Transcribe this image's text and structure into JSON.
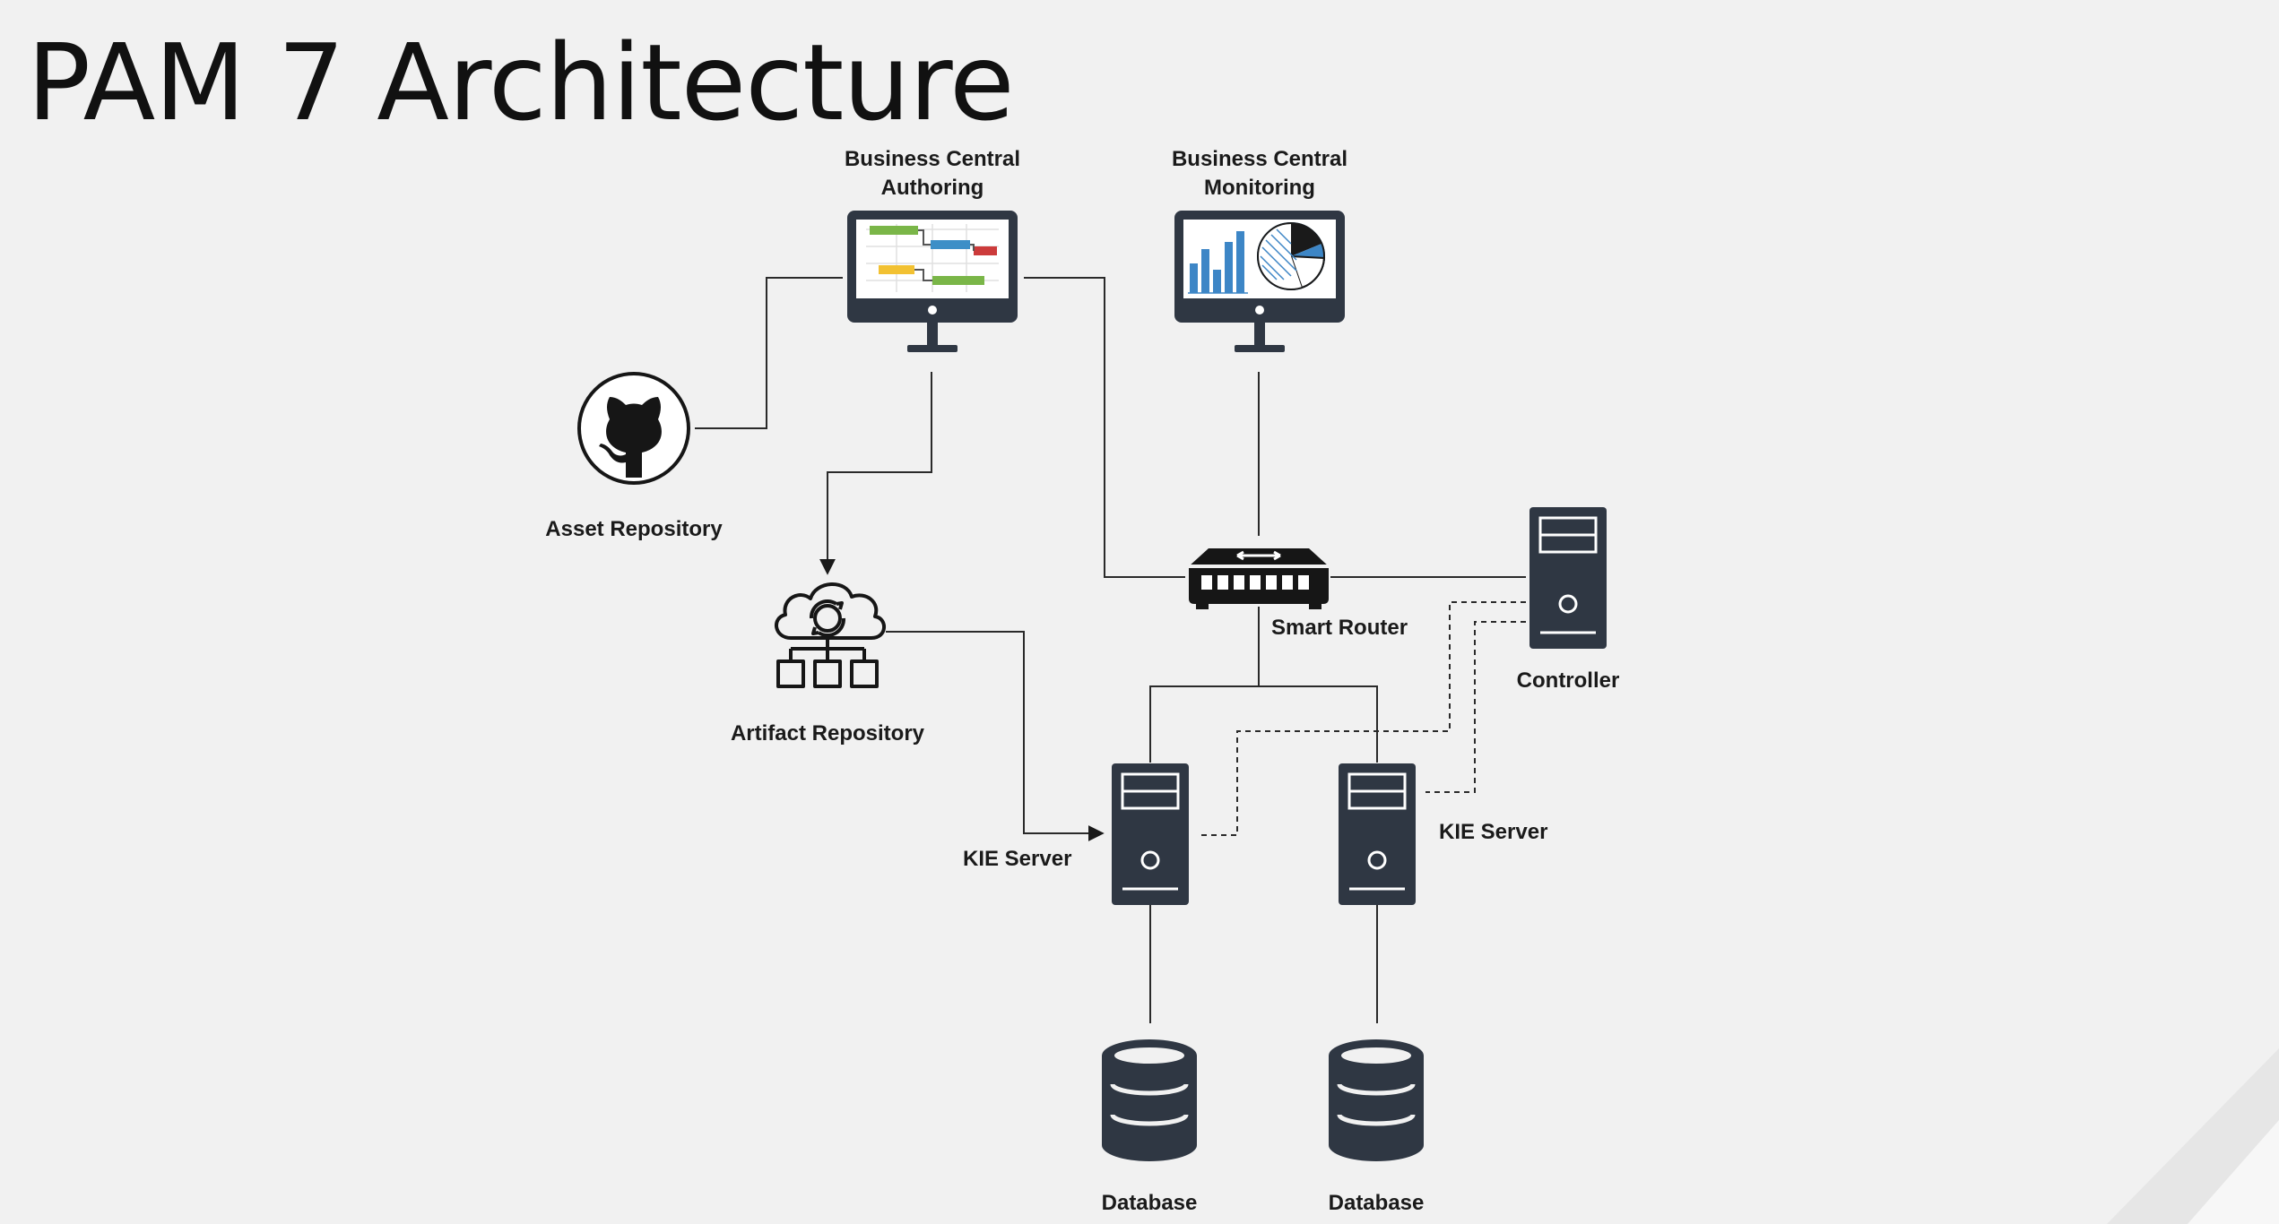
{
  "title": "PAM 7 Architecture",
  "nodes": {
    "bc_authoring": {
      "label_line1": "Business Central",
      "label_line2": "Authoring",
      "icon": "gantt-monitor-icon"
    },
    "bc_monitoring": {
      "label_line1": "Business Central",
      "label_line2": "Monitoring",
      "icon": "chart-monitor-icon"
    },
    "asset_repository": {
      "label": "Asset Repository",
      "icon": "github-octocat-icon"
    },
    "artifact_repository": {
      "label": "Artifact Repository",
      "icon": "cloud-network-icon"
    },
    "smart_router": {
      "label": "Smart Router",
      "icon": "router-icon"
    },
    "controller": {
      "label": "Controller",
      "icon": "server-tower-icon"
    },
    "kie_server_1": {
      "label": "KIE Server",
      "icon": "server-tower-icon"
    },
    "kie_server_2": {
      "label": "KIE Server",
      "icon": "server-tower-icon"
    },
    "database_1": {
      "label": "Database",
      "icon": "database-icon"
    },
    "database_2": {
      "label": "Database",
      "icon": "database-icon"
    }
  },
  "colors": {
    "background": "#f1f1f1",
    "icon_dark": "#2f3743",
    "line": "#2a2a2a",
    "gantt_green": "#7ab648",
    "gantt_blue": "#3d8fc7",
    "gantt_red": "#cc3b3b",
    "gantt_yellow": "#f2c132",
    "chart_blue": "#3d86c6"
  }
}
